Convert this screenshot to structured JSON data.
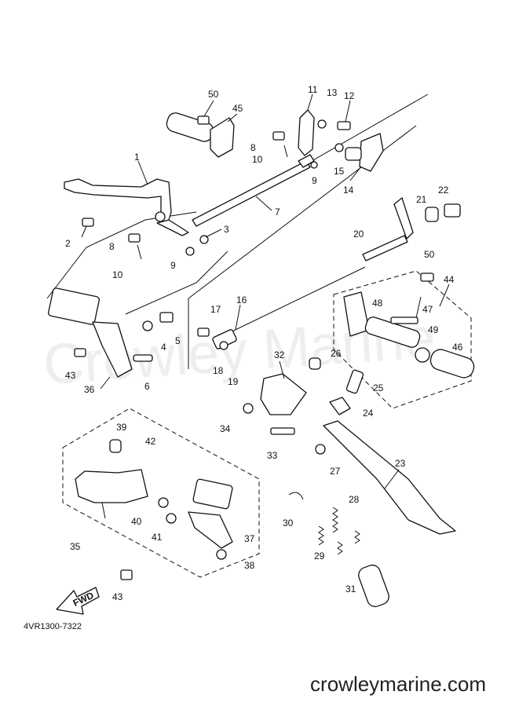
{
  "watermark": "Crowley Marine",
  "catalog_code": "4VR1300-7322",
  "site_url": "crowleymarine.com",
  "fwd_label": "FWD",
  "callouts": {
    "c1": "1",
    "c2": "2",
    "c3": "3",
    "c4": "4",
    "c5": "5",
    "c6": "6",
    "c7": "7",
    "c8a": "8",
    "c8b": "8",
    "c9a": "9",
    "c9b": "9",
    "c10a": "10",
    "c10b": "10",
    "c11": "11",
    "c12": "12",
    "c13": "13",
    "c14": "14",
    "c15": "15",
    "c16": "16",
    "c17": "17",
    "c18": "18",
    "c19": "19",
    "c20": "20",
    "c21": "21",
    "c22": "22",
    "c23": "23",
    "c24": "24",
    "c25": "25",
    "c26": "26",
    "c27": "27",
    "c28": "28",
    "c29": "29",
    "c30": "30",
    "c31": "31",
    "c32": "32",
    "c33": "33",
    "c34": "34",
    "c35": "35",
    "c36": "36",
    "c37": "37",
    "c38": "38",
    "c39": "39",
    "c40": "40",
    "c41": "41",
    "c42": "42",
    "c43a": "43",
    "c43b": "43",
    "c44": "44",
    "c45": "45",
    "c46": "46",
    "c47": "47",
    "c48": "48",
    "c49": "49",
    "c50a": "50",
    "c50b": "50"
  }
}
